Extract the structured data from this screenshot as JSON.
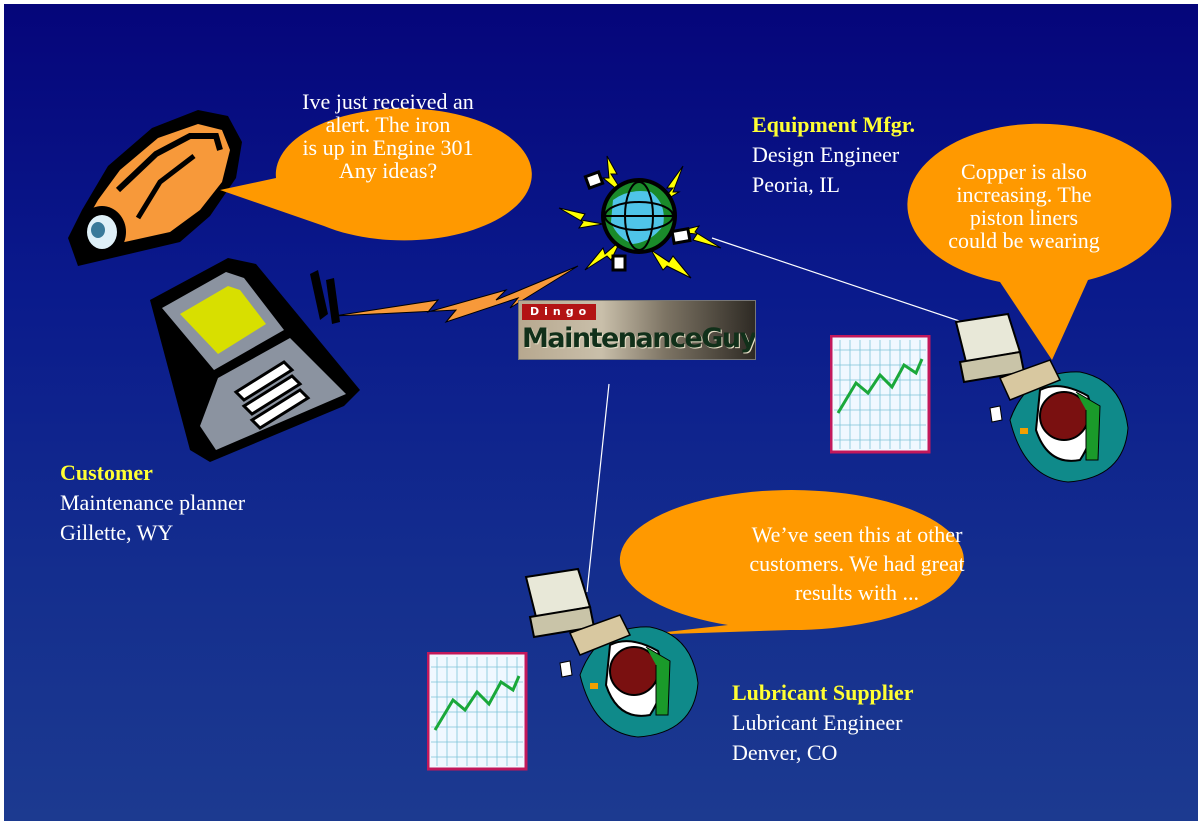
{
  "customer": {
    "role": "Customer",
    "title": "Maintenance planner",
    "location": "Gillette, WY"
  },
  "equipment_mfgr": {
    "role": "Equipment Mfgr.",
    "title": "Design Engineer",
    "location": "Peoria, IL"
  },
  "lubricant_supplier": {
    "role": "Lubricant Supplier",
    "title": "Lubricant Engineer",
    "location": "Denver, CO"
  },
  "bubbles": {
    "customer": [
      "Ive just received an",
      "alert. The iron",
      "is up in Engine 301",
      "Any ideas?"
    ],
    "equipment": [
      "Copper is also",
      "increasing.  The",
      "piston liners",
      "could be wearing"
    ],
    "supplier": [
      "We’ve seen this at other",
      "customers.  We had great",
      "results with ..."
    ]
  },
  "logo": {
    "tag": "Dingo",
    "brand": "MaintenanceGuy"
  },
  "colors": {
    "background_top": "#05057a",
    "background_bottom": "#1c3a90",
    "bubble": "#ff9900",
    "role_label": "#ffff33",
    "text": "#ffffff"
  },
  "icons": [
    "hard-hat-icon",
    "laptop-icon",
    "lightning-bolt-icon",
    "globe-network-icon",
    "workstation-person-icon",
    "line-chart-icon"
  ]
}
